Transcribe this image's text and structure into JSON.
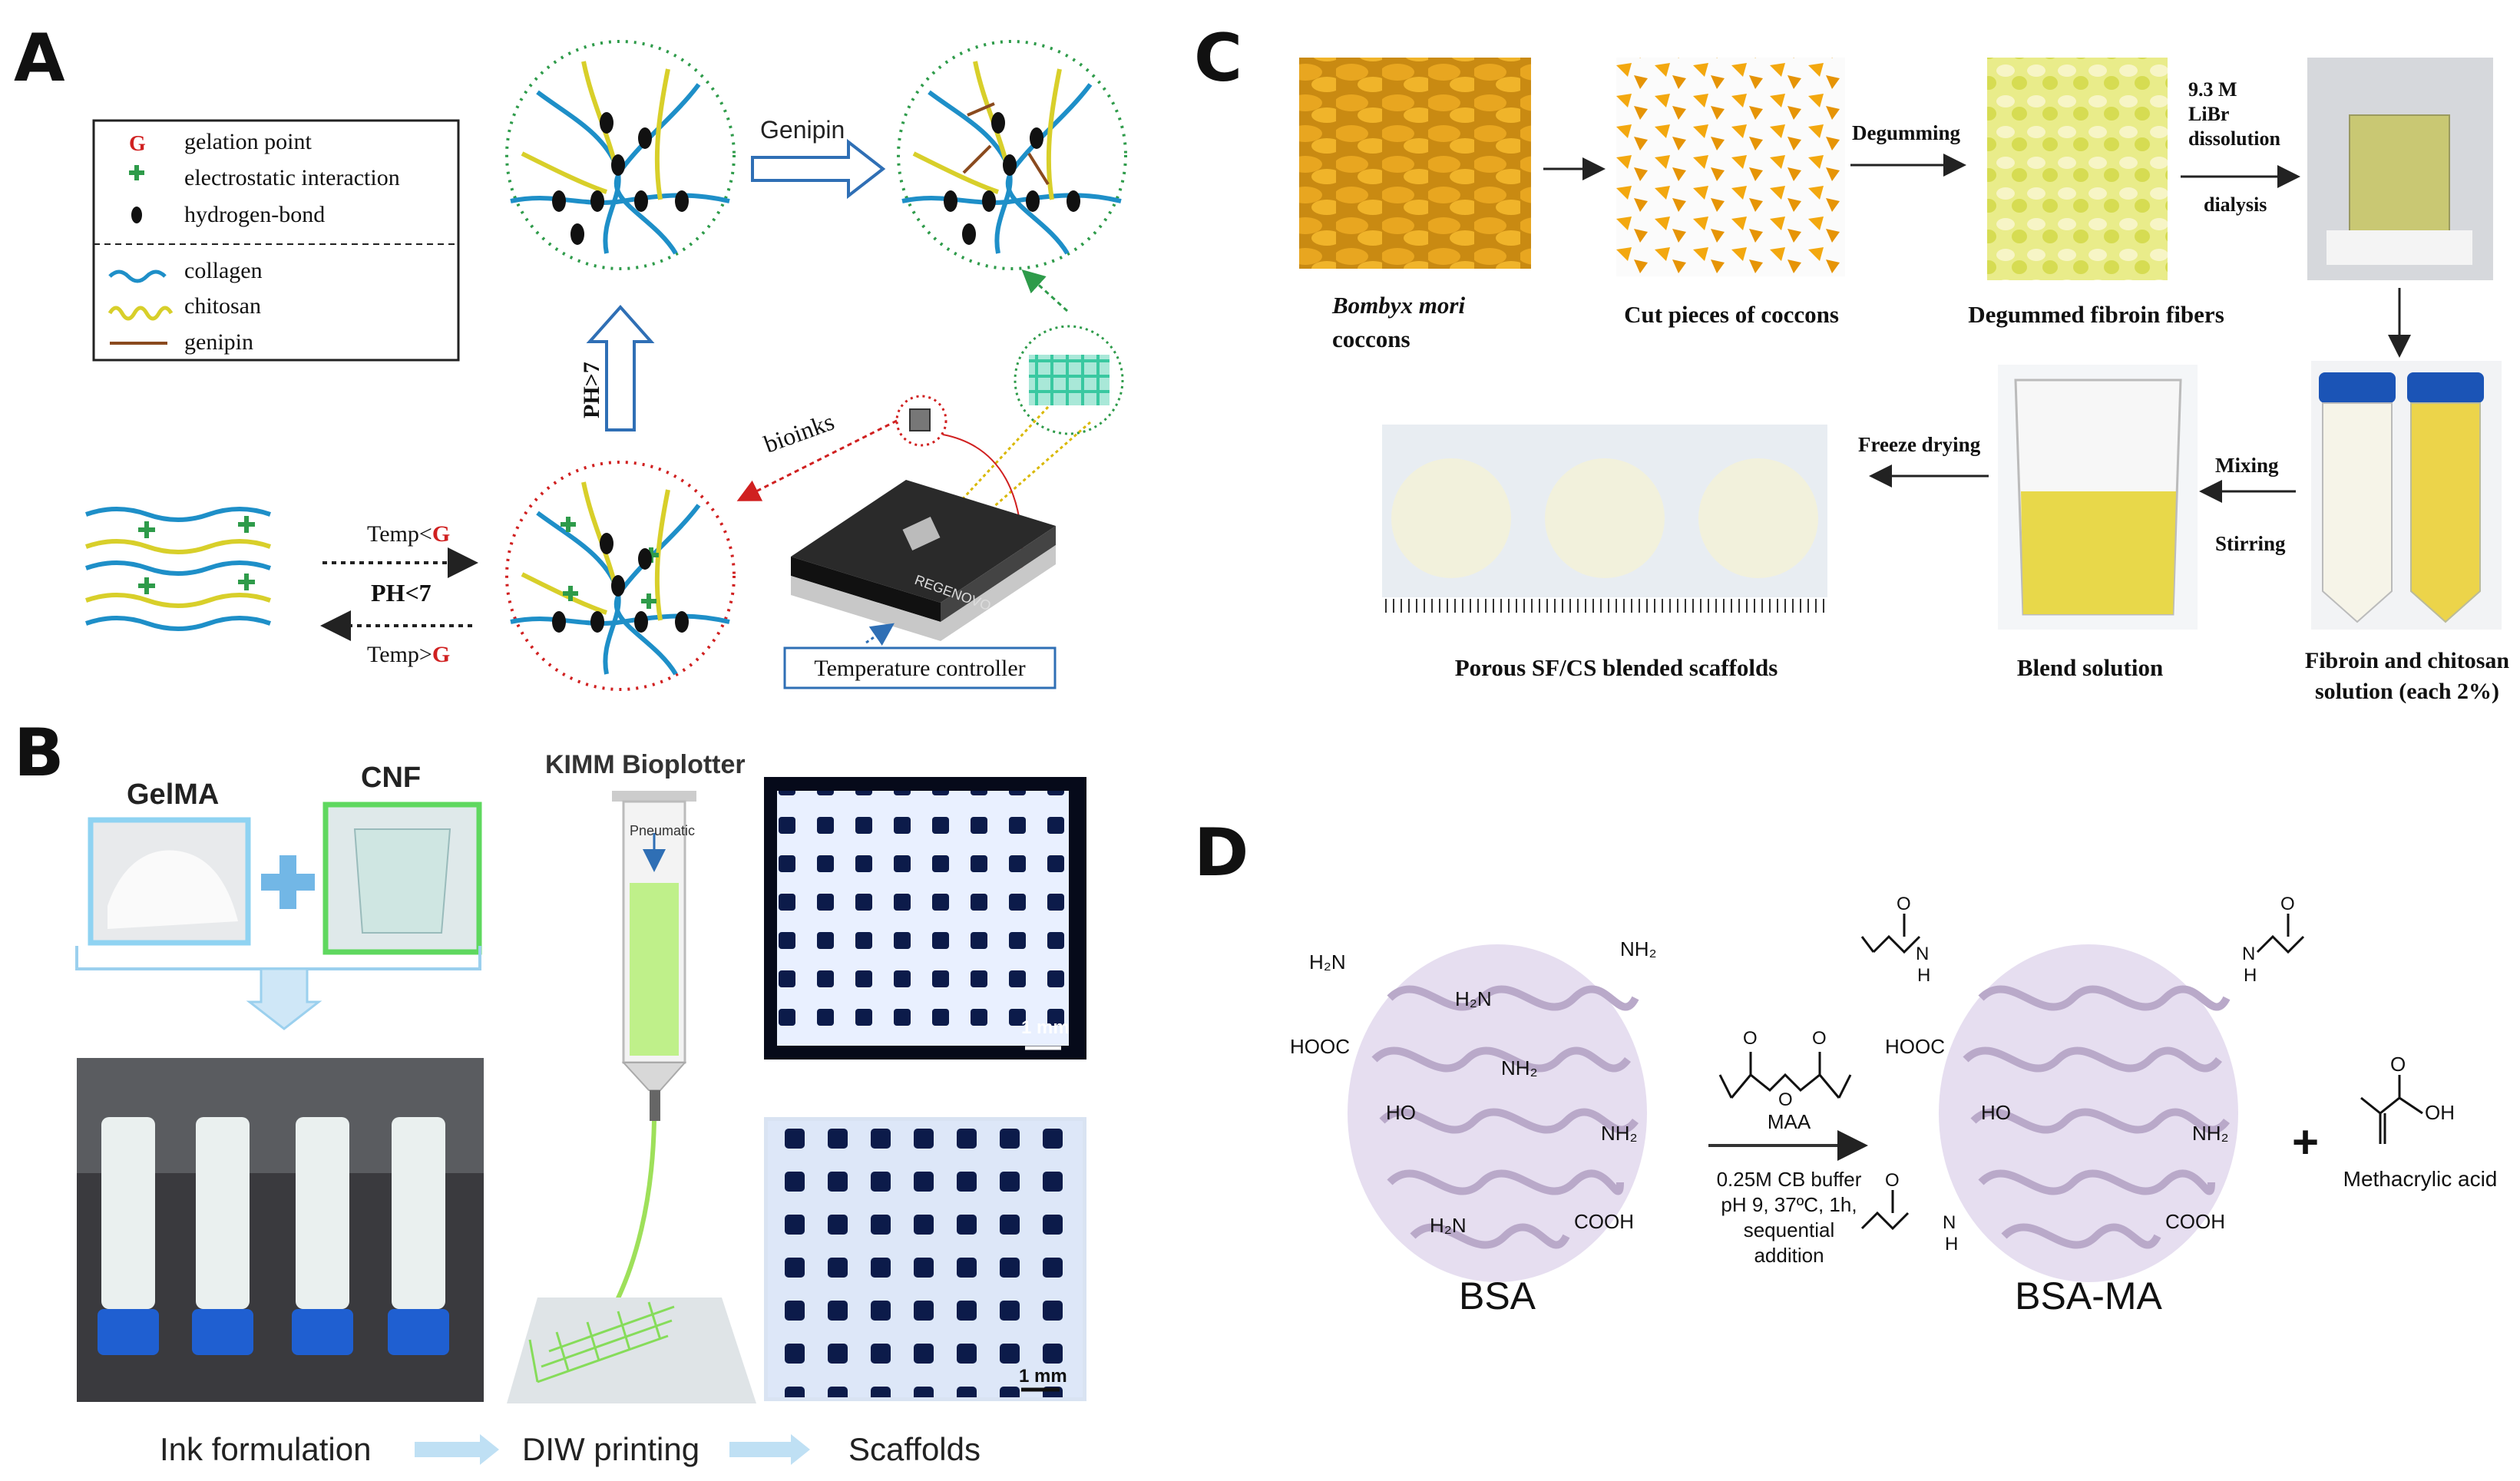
{
  "panel_letters": {
    "a": "A",
    "b": "B",
    "c": "C",
    "d": "D"
  },
  "panel_a": {
    "legend": {
      "g_symbol": "G",
      "gelation": "gelation point",
      "electrostatic": "electrostatic interaction",
      "hbond": "hydrogen-bond",
      "collagen": "collagen",
      "chitosan": "chitosan",
      "genipin": "genipin"
    },
    "genipin_label": "Genipin",
    "ph_up": "PH>7",
    "bioinks": "bioinks",
    "temp_less_prefix": "Temp<",
    "temp_greater_prefix": "Temp>",
    "g": "G",
    "ph_less": "PH<7",
    "device_brand": "REGENOVO",
    "temperature_controller": "Temperature controller"
  },
  "panel_b": {
    "gelma": "GelMA",
    "cnf": "CNF",
    "plotter": "KIMM Bioplotter",
    "pneumatic": "Pneumatic",
    "scale_top": "1 mm",
    "scale_bottom": "1 mm",
    "steps": [
      "Ink formulation",
      "DIW printing",
      "Scaffolds"
    ]
  },
  "panel_c": {
    "bombyx": "Bombyx mori",
    "coccons": "coccons",
    "cut_pieces": "Cut pieces of coccons",
    "degumming": "Degumming",
    "degummed": "Degummed fibroin fibers",
    "libr_1": "9.3 M",
    "libr_2": "LiBr",
    "libr_3": "dissolution",
    "dialysis": "dialysis",
    "mixing": "Mixing",
    "stirring": "Stirring",
    "freeze_drying": "Freeze drying",
    "porous": "Porous SF/CS blended scaffolds",
    "blend": "Blend solution",
    "fibroin_1": "Fibroin and chitosan",
    "fibroin_2": "solution (each 2%)"
  },
  "panel_d": {
    "bsa": "BSA",
    "bsa_ma": "BSA-MA",
    "maa": "MAA",
    "cond_1": "0.25M CB buffer",
    "cond_2": "pH 9, 37ºC, 1h,",
    "cond_3": "sequential",
    "cond_4": "addition",
    "plus": "+",
    "methacrylic": "Methacrylic acid",
    "h2n": "H₂N",
    "nh2": "NH₂",
    "hooc": "HOOC",
    "cooh": "COOH",
    "ho": "HO",
    "oh": "OH",
    "o": "O",
    "h": "H",
    "n": "N"
  },
  "colors": {
    "collagen": "#1e8fc8",
    "chitosan": "#d8cf2a",
    "genipin": "#8a4a1e",
    "arrow_blue": "#2f6fb5",
    "green_dot": "#2e9b4a",
    "red_dot": "#d02020",
    "light_blue_arrow": "#bfe0f4",
    "protein": "#b9a9c9"
  }
}
